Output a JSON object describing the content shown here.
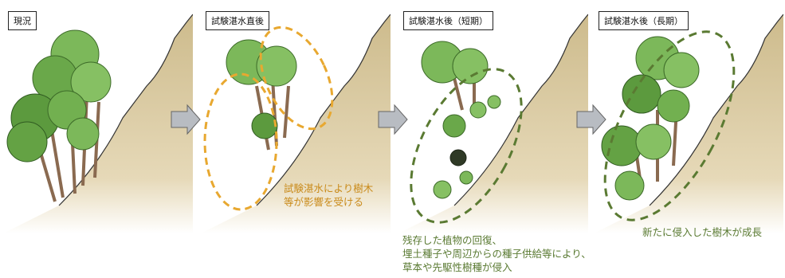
{
  "panels": [
    {
      "label": "現況"
    },
    {
      "label": "試験湛水直後"
    },
    {
      "label": "試験湛水後（短期）"
    },
    {
      "label": "試験湛水後（長期）"
    }
  ],
  "captions": {
    "impact": [
      "試験湛水により樹木",
      "等が影響を受ける"
    ],
    "short_term": [
      "残存した植物の回復、",
      "埋土種子や周辺からの種子供給等により、",
      "草本や先駆性樹種が侵入"
    ],
    "long_term": [
      "新たに侵入した樹木が成長"
    ]
  },
  "colors": {
    "slope": "#d9c9a0",
    "orange": "#e8a830",
    "green": "#5a7a32",
    "arrow": "#b8bcc2"
  }
}
